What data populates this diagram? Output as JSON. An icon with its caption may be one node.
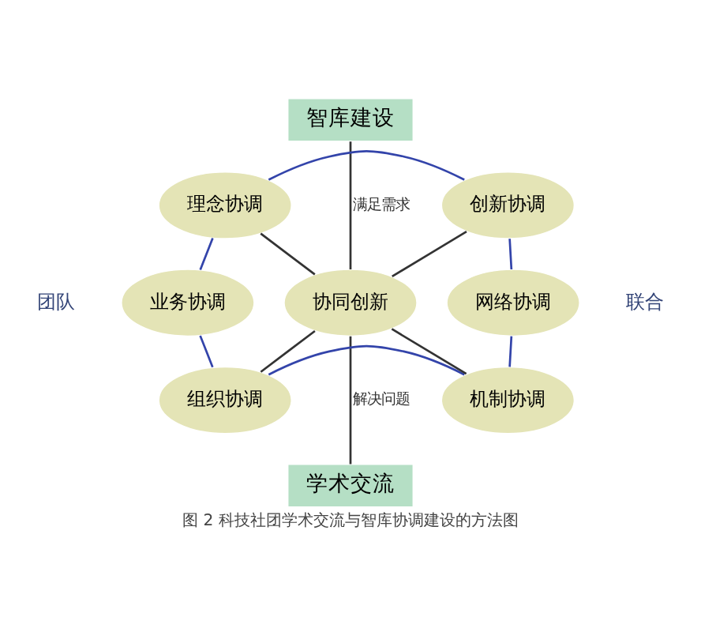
{
  "diagram": {
    "caption": "图 2 科技社团学术交流与智库协调建设的方法图",
    "nodes": [
      {
        "text": [
          "智库建设"
        ]
      },
      {
        "text": [
          "理念协调"
        ]
      },
      {
        "text": [
          "创新协调"
        ]
      },
      {
        "text": [
          "业务协调"
        ]
      },
      {
        "text": [
          "协同创新"
        ]
      },
      {
        "text": [
          "网络协调"
        ]
      },
      {
        "text": [
          "组织协调"
        ]
      },
      {
        "text": [
          "机制协调"
        ]
      },
      {
        "text": [
          "学术交流"
        ]
      }
    ],
    "edges": [
      {
        "from": 0,
        "to": 4,
        "arrow": "none",
        "label": "满足需求",
        "color": "#333333"
      },
      {
        "from": 4,
        "to": 8,
        "arrow": "none",
        "label": "解决问题",
        "color": "#333333"
      },
      {
        "from": 1,
        "to": 2,
        "arrow": "none",
        "color": "#3344aa"
      },
      {
        "from": 6,
        "to": 7,
        "arrow": "none",
        "color": "#3344aa"
      },
      {
        "from": 1,
        "to": 3,
        "arrow": "none",
        "color": "#3344aa"
      },
      {
        "from": 2,
        "to": 5,
        "arrow": "none",
        "color": "#3344aa"
      },
      {
        "from": 3,
        "to": 6,
        "arrow": "none",
        "color": "#3344aa"
      },
      {
        "from": 5,
        "to": 7,
        "arrow": "none",
        "color": "#3344aa"
      },
      {
        "from": 1,
        "to": 4,
        "arrow": "none",
        "color": "#333333"
      },
      {
        "from": 2,
        "to": 4,
        "arrow": "none",
        "color": "#333333"
      },
      {
        "from": 6,
        "to": 4,
        "arrow": "none",
        "color": "#333333"
      },
      {
        "from": 7,
        "to": 4,
        "arrow": "none",
        "color": "#333333"
      }
    ],
    "labels": [
      "团队",
      "联合"
    ]
  }
}
